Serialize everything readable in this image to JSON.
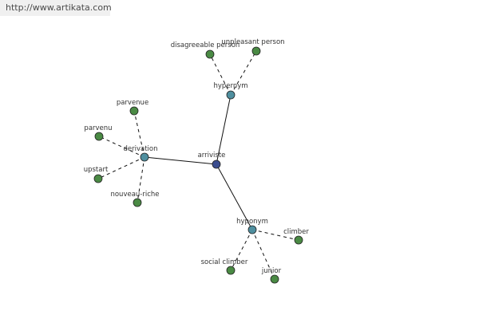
{
  "watermark": "http://www.artikata.com",
  "colors": {
    "center_node": "#3b4d8f",
    "relation_node": "#4f8f9f",
    "leaf_node": "#4a8a44",
    "edge": "#111111"
  },
  "graph": {
    "center": {
      "label": "arriviste"
    },
    "relations": [
      {
        "id": "hypernym",
        "label": "hypernym",
        "terms": [
          "disagreeable person",
          "unpleasant person"
        ]
      },
      {
        "id": "derivation",
        "label": "derivation",
        "terms": [
          "parvenue",
          "parvenu",
          "upstart",
          "nouveau-riche"
        ]
      },
      {
        "id": "hyponym",
        "label": "hyponym",
        "terms": [
          "climber",
          "social climber",
          "junior"
        ]
      }
    ]
  }
}
